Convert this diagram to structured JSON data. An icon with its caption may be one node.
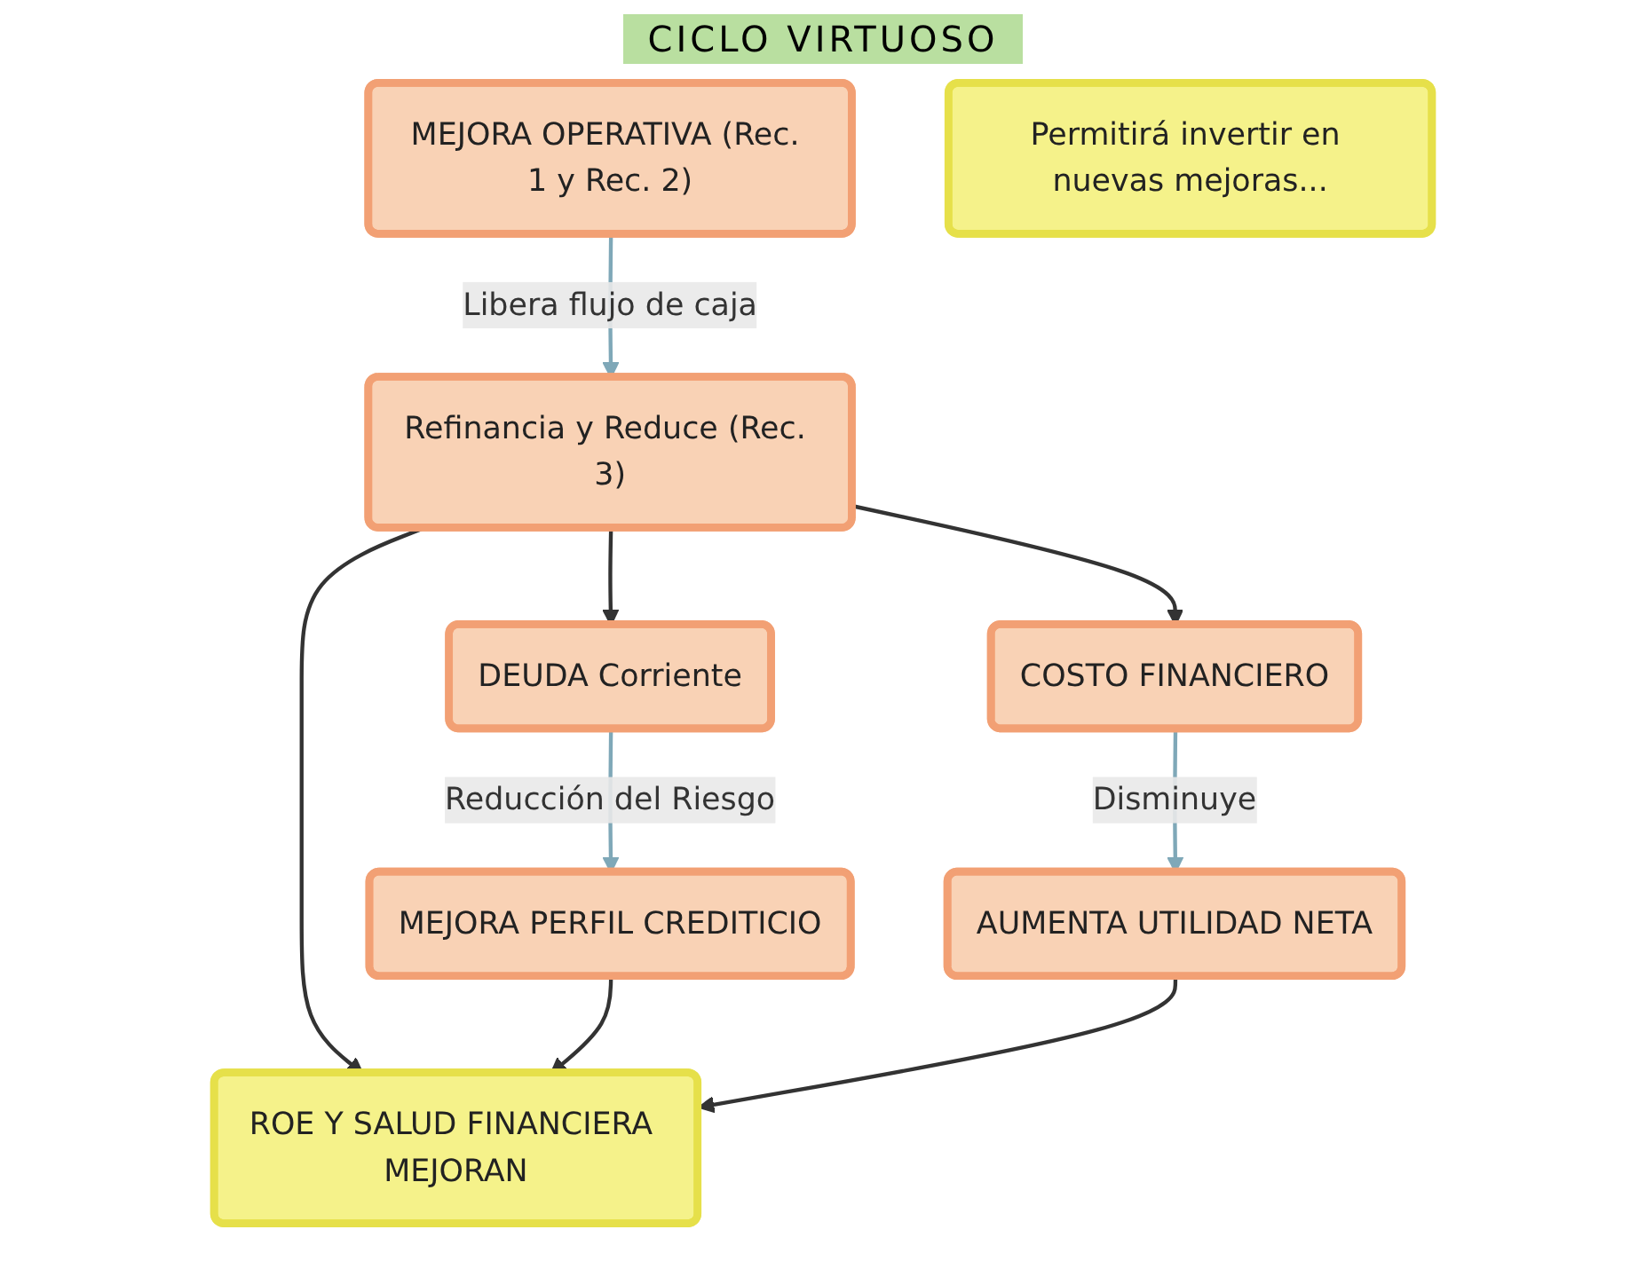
{
  "diagram": {
    "title": "CICLO VIRTUOSO",
    "nodes": [
      {
        "text": [
          "MEJORA OPERATIVA (Rec. 1 y Rec. 2)"
        ]
      },
      {
        "text": [
          "Refinancia y Reduce (Rec. 3)"
        ]
      },
      {
        "text": [
          "DEUDA Corriente"
        ]
      },
      {
        "text": [
          "COSTO FINANCIERO"
        ]
      },
      {
        "text": [
          "MEJORA PERFIL CREDITICIO"
        ]
      },
      {
        "text": [
          "AUMENTA UTILIDAD NETA"
        ]
      },
      {
        "text": [
          "ROE Y SALUD FINANCIERA MEJORAN"
        ]
      },
      {
        "text": [
          "Permitirá invertir en nuevas mejoras..."
        ]
      }
    ],
    "edges": [
      {
        "from": 0,
        "to": 1,
        "arrow": "to",
        "label": "Libera flujo de caja",
        "color": "#7fa8b8"
      },
      {
        "from": 1,
        "to": 2,
        "arrow": "to"
      },
      {
        "from": 1,
        "to": 3,
        "arrow": "to"
      },
      {
        "from": 2,
        "to": 4,
        "arrow": "to",
        "label": "Reducción del Riesgo",
        "color": "#7fa8b8"
      },
      {
        "from": 3,
        "to": 5,
        "arrow": "to",
        "label": "Disminuye",
        "color": "#7fa8b8"
      },
      {
        "from": 1,
        "to": 6,
        "arrow": "to"
      },
      {
        "from": 4,
        "to": 6,
        "arrow": "to"
      },
      {
        "from": 5,
        "to": 6,
        "arrow": "to"
      }
    ]
  }
}
